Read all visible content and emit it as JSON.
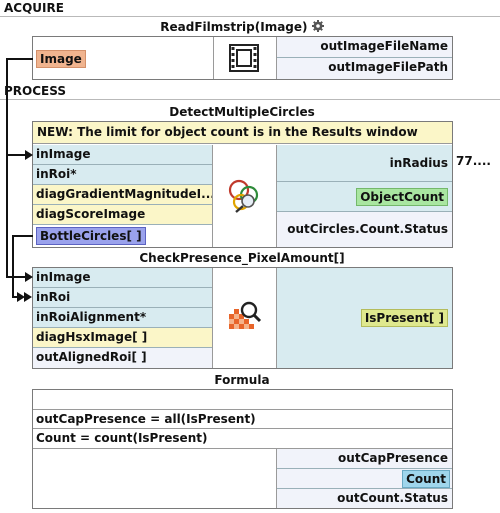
{
  "sections": {
    "acquire": "ACQUIRE",
    "process": "PROCESS"
  },
  "read_filmstrip": {
    "title": "ReadFilmstrip(Image)",
    "icon": "filmstrip-icon",
    "outputs": [
      {
        "label": "Image"
      }
    ],
    "results": [
      "outImageFileName",
      "outImageFilePath"
    ]
  },
  "detect_circles": {
    "title": "DetectMultipleCircles",
    "notice": "NEW: The limit for object count is in the Results window",
    "inputs": [
      "inImage",
      "inRoi*",
      "diagGradientMagnitudeI...",
      "diagScoreImage"
    ],
    "output_tag": "BottleCircles[ ]",
    "param_label": "inRadius",
    "param_value": "77....",
    "object_count": "ObjectCount",
    "status": "outCircles.Count.Status",
    "icon": "circles-detect-icon"
  },
  "check_presence": {
    "title": "CheckPresence_PixelAmount[]",
    "inputs": [
      "inImage",
      "inRoi",
      "inRoiAlignment*",
      "diagHsxImage[ ]",
      "outAlignedRoi[ ]"
    ],
    "output_tag": "IsPresent[ ]",
    "icon": "pixel-check-icon"
  },
  "formula": {
    "title": "Formula",
    "lines": [
      "outCapPresence = all(IsPresent)",
      "Count = count(IsPresent)"
    ],
    "outputs": [
      "outCapPresence",
      "Count",
      "outCount.Status"
    ]
  },
  "colors": {
    "input_blue": "#d8ebf0",
    "input_yellow": "#fbf6c8",
    "tag_orange": "#f0b48f",
    "tag_purple": "#9aa2ec",
    "tag_green": "#a9e6a1",
    "tag_yellow": "#dfe88e",
    "tag_cyan": "#9fd6ec"
  }
}
